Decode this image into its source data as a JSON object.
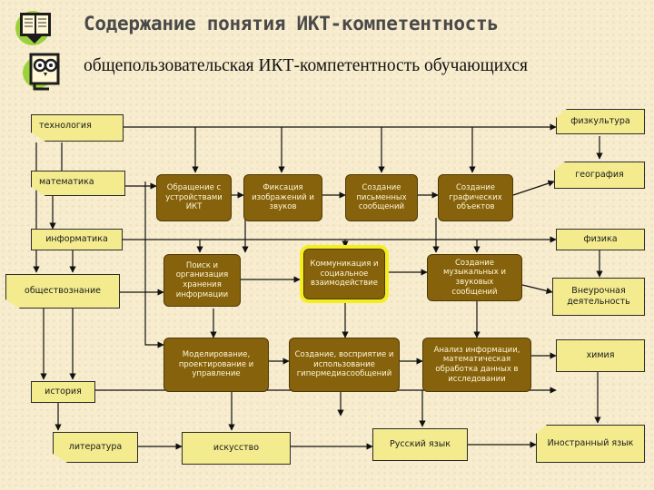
{
  "title": "Содержание понятия ИКТ-компетентность",
  "subtitle": "общепользовательская ИКТ-компетентность обучающихся",
  "icons": [
    "book-icon",
    "owl-icon"
  ],
  "subjects": {
    "technology": "технология",
    "pe": "физкультура",
    "math": "математика",
    "geography": "география",
    "informatics": "информатика",
    "physics": "физика",
    "social": "обществознание",
    "extracurricular": "Внеурочная деятельность",
    "chemistry": "химия",
    "history": "история",
    "literature": "литература",
    "art": "искусство",
    "russian": "Русский язык",
    "foreign": "Иностранный язык"
  },
  "competences": {
    "devices": "Обращение с устройствами ИКТ",
    "fixation": "Фиксация изображений и звуков",
    "written": "Создание письменных сообщений",
    "graphic": "Создание графических объектов",
    "search": "Поиск и организация хранения информации",
    "communication": "Коммуникация и социальное взаимодействие",
    "music": "Создание музыкальных и звуковых сообщений",
    "modeling": "Моделирование, проектирование и управление",
    "hypermedia": "Создание, восприятие и использование гипермедиасообщений",
    "analysis": "Анализ информации, математическая обработка данных в исследовании"
  },
  "colors": {
    "subject_fill": "#f3eb8e",
    "competence_fill": "#86620c",
    "highlight": "#f4ee20",
    "background": "#f7eccd"
  }
}
